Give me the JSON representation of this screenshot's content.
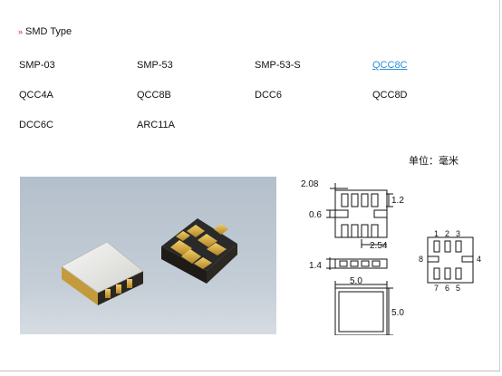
{
  "section": {
    "icon": "double-chevron-down-icon",
    "title": "SMD Type"
  },
  "products": [
    [
      {
        "label": "SMP-03",
        "active": false
      },
      {
        "label": "SMP-53",
        "active": false
      },
      {
        "label": "SMP-53-S",
        "active": false
      },
      {
        "label": "QCC8C",
        "active": true
      }
    ],
    [
      {
        "label": "QCC4A",
        "active": false
      },
      {
        "label": "QCC8B",
        "active": false
      },
      {
        "label": "DCC6",
        "active": false
      },
      {
        "label": "QCC8D",
        "active": false
      }
    ],
    [
      {
        "label": "DCC6C",
        "active": false
      },
      {
        "label": "ARC11A",
        "active": false
      }
    ]
  ],
  "unit_label": "单位：毫米",
  "drawing": {
    "dims": {
      "top_pitch": "2.08",
      "pad_len": "1.2",
      "pad_width": "0.6",
      "pin_span": "2.54",
      "height": "1.4",
      "body_width": "5.0",
      "body_length": "5.0"
    },
    "pins": {
      "top": [
        "1",
        "2",
        "3"
      ],
      "bottom": [
        "7",
        "6",
        "5"
      ],
      "left": "8",
      "right": "4"
    }
  },
  "colors": {
    "link": "#2b8fd6",
    "chevron": "#dd2222",
    "photo_bg": "#b7c3cf"
  }
}
